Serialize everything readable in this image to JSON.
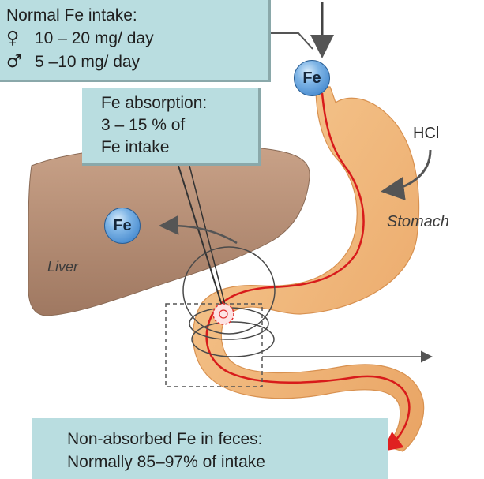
{
  "intake": {
    "title": "Normal Fe intake:",
    "female_symbol": "♀",
    "female_value": "10 – 20 mg/ day",
    "male_symbol": "♂",
    "male_value": " 5 –10 mg/ day"
  },
  "absorption": {
    "line1": "Fe absorption:",
    "line2": "3 – 15 % of",
    "line3": "Fe intake"
  },
  "feces": {
    "line1": "Non-absorbed Fe in feces:",
    "line2": "Normally 85–97% of intake"
  },
  "fe_top": "Fe",
  "fe_liver": "Fe",
  "hcl": "HCl",
  "stomach": "Stomach",
  "liver": "Liver",
  "colors": {
    "box": "#b9dde0",
    "liver": "#b68f74",
    "stomach": "#f0b276",
    "path": "#d81b1b",
    "fe": "#3c86d2"
  },
  "icons": [
    "female-symbol-icon",
    "male-symbol-icon",
    "down-arrow-icon",
    "curved-arrow-icon",
    "magnifier-circle-icon",
    "absorption-site-icon"
  ]
}
